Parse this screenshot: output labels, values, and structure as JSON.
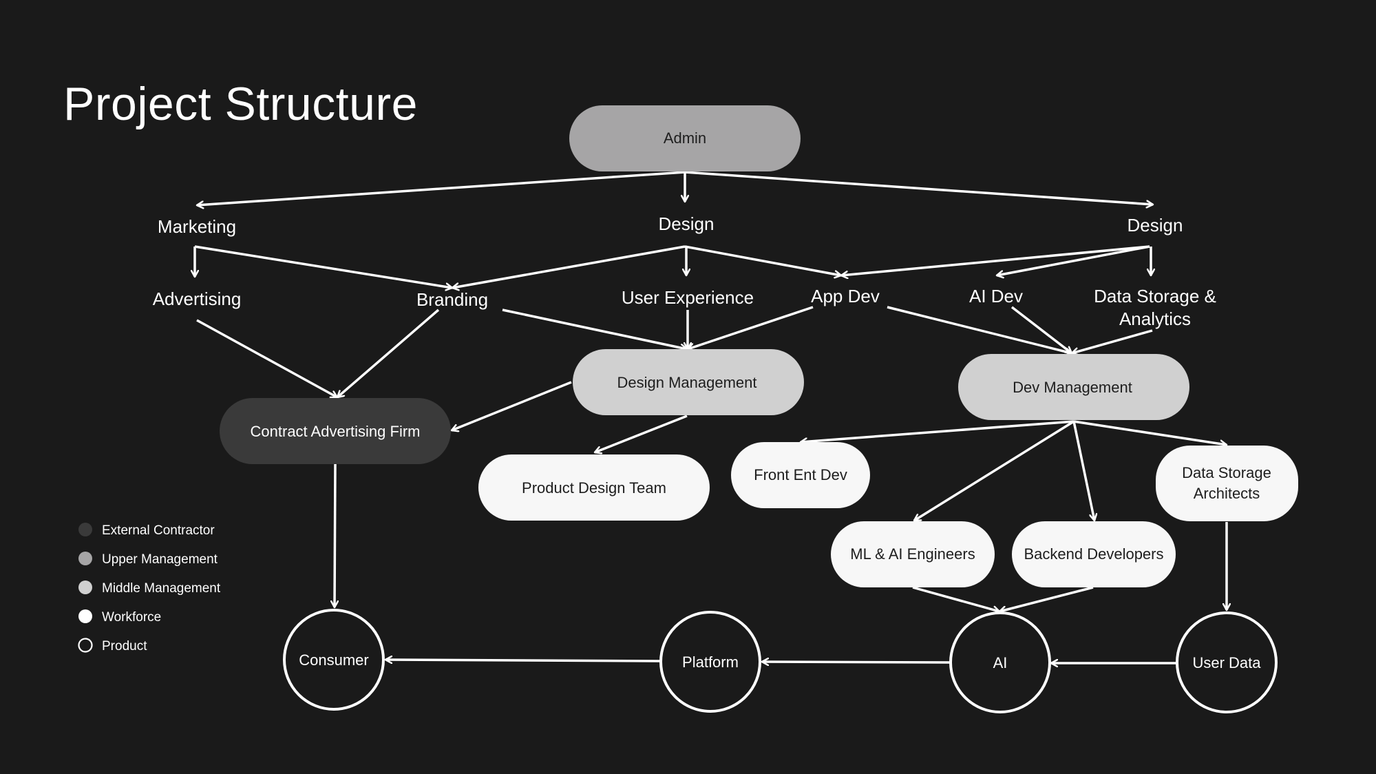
{
  "title": "Project Structure",
  "colors": {
    "background": "#1a1a1a",
    "external": "#3a3a3a",
    "upper": "#a6a5a6",
    "middle": "#d0d0d0",
    "workforce": "#f7f7f7",
    "product": "#1a1a1a",
    "line": "#ffffff"
  },
  "nodes": {
    "admin": "Admin",
    "marketing": "Marketing",
    "design_center": "Design",
    "design_right": "Design",
    "advertising": "Advertising",
    "branding": "Branding",
    "user_experience": "User Experience",
    "app_dev": "App Dev",
    "ai_dev": "AI Dev",
    "data_storage_analytics_1": "Data Storage &",
    "data_storage_analytics_2": "Analytics",
    "design_management": "Design Management",
    "dev_management": "Dev Management",
    "contract_advertising_firm": "Contract Advertising Firm",
    "product_design_team": "Product Design Team",
    "front_ent_dev": "Front Ent Dev",
    "data_storage_architects_1": "Data Storage",
    "data_storage_architects_2": "Architects",
    "ml_ai_engineers": "ML & AI Engineers",
    "backend_developers": "Backend Developers",
    "consumer": "Consumer",
    "platform": "Platform",
    "ai": "AI",
    "user_data": "User Data"
  },
  "legend": [
    {
      "label": "External Contractor",
      "type": "external"
    },
    {
      "label": "Upper Management",
      "type": "upper"
    },
    {
      "label": "Middle Management",
      "type": "middle"
    },
    {
      "label": "Workforce",
      "type": "workforce"
    },
    {
      "label": "Product",
      "type": "product"
    }
  ]
}
